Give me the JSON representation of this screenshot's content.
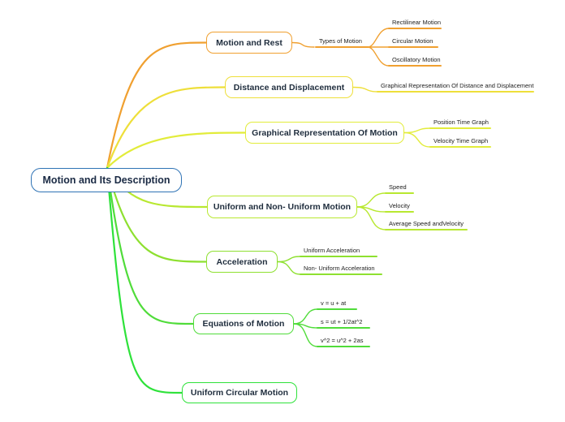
{
  "root": {
    "label": "Motion and Its Description",
    "color": "#2f73b5"
  },
  "branches": [
    {
      "label": "Motion and Rest",
      "color": "#f0a030",
      "sub": {
        "label": "Types of Motion",
        "children": [
          "Rectilinear Motion",
          "Circular Motion",
          "Oscillatory Motion"
        ]
      }
    },
    {
      "label": "Distance and Displacement",
      "color": "#eedf3a",
      "children": [
        "Graphical Representation Of Distance and Displacement"
      ]
    },
    {
      "label": "Graphical Representation Of Motion",
      "color": "#e2ec3a",
      "children": [
        "Position Time Graph",
        "Velocity Time Graph"
      ]
    },
    {
      "label": "Uniform and Non- Uniform Motion",
      "color": "#b8e830",
      "children": [
        "Speed",
        "Velocity",
        "Average Speed andVelocity"
      ]
    },
    {
      "label": "Acceleration",
      "color": "#8ee030",
      "children": [
        "Uniform Acceleration",
        "Non- Uniform Acceleration"
      ]
    },
    {
      "label": "Equations of Motion",
      "color": "#50dc3a",
      "children": [
        "v = u + at",
        "s = ut + 1/2at^2",
        "v^2 = u^2 + 2as"
      ]
    },
    {
      "label": "Uniform Circular Motion",
      "color": "#2ee23a",
      "children": []
    }
  ]
}
